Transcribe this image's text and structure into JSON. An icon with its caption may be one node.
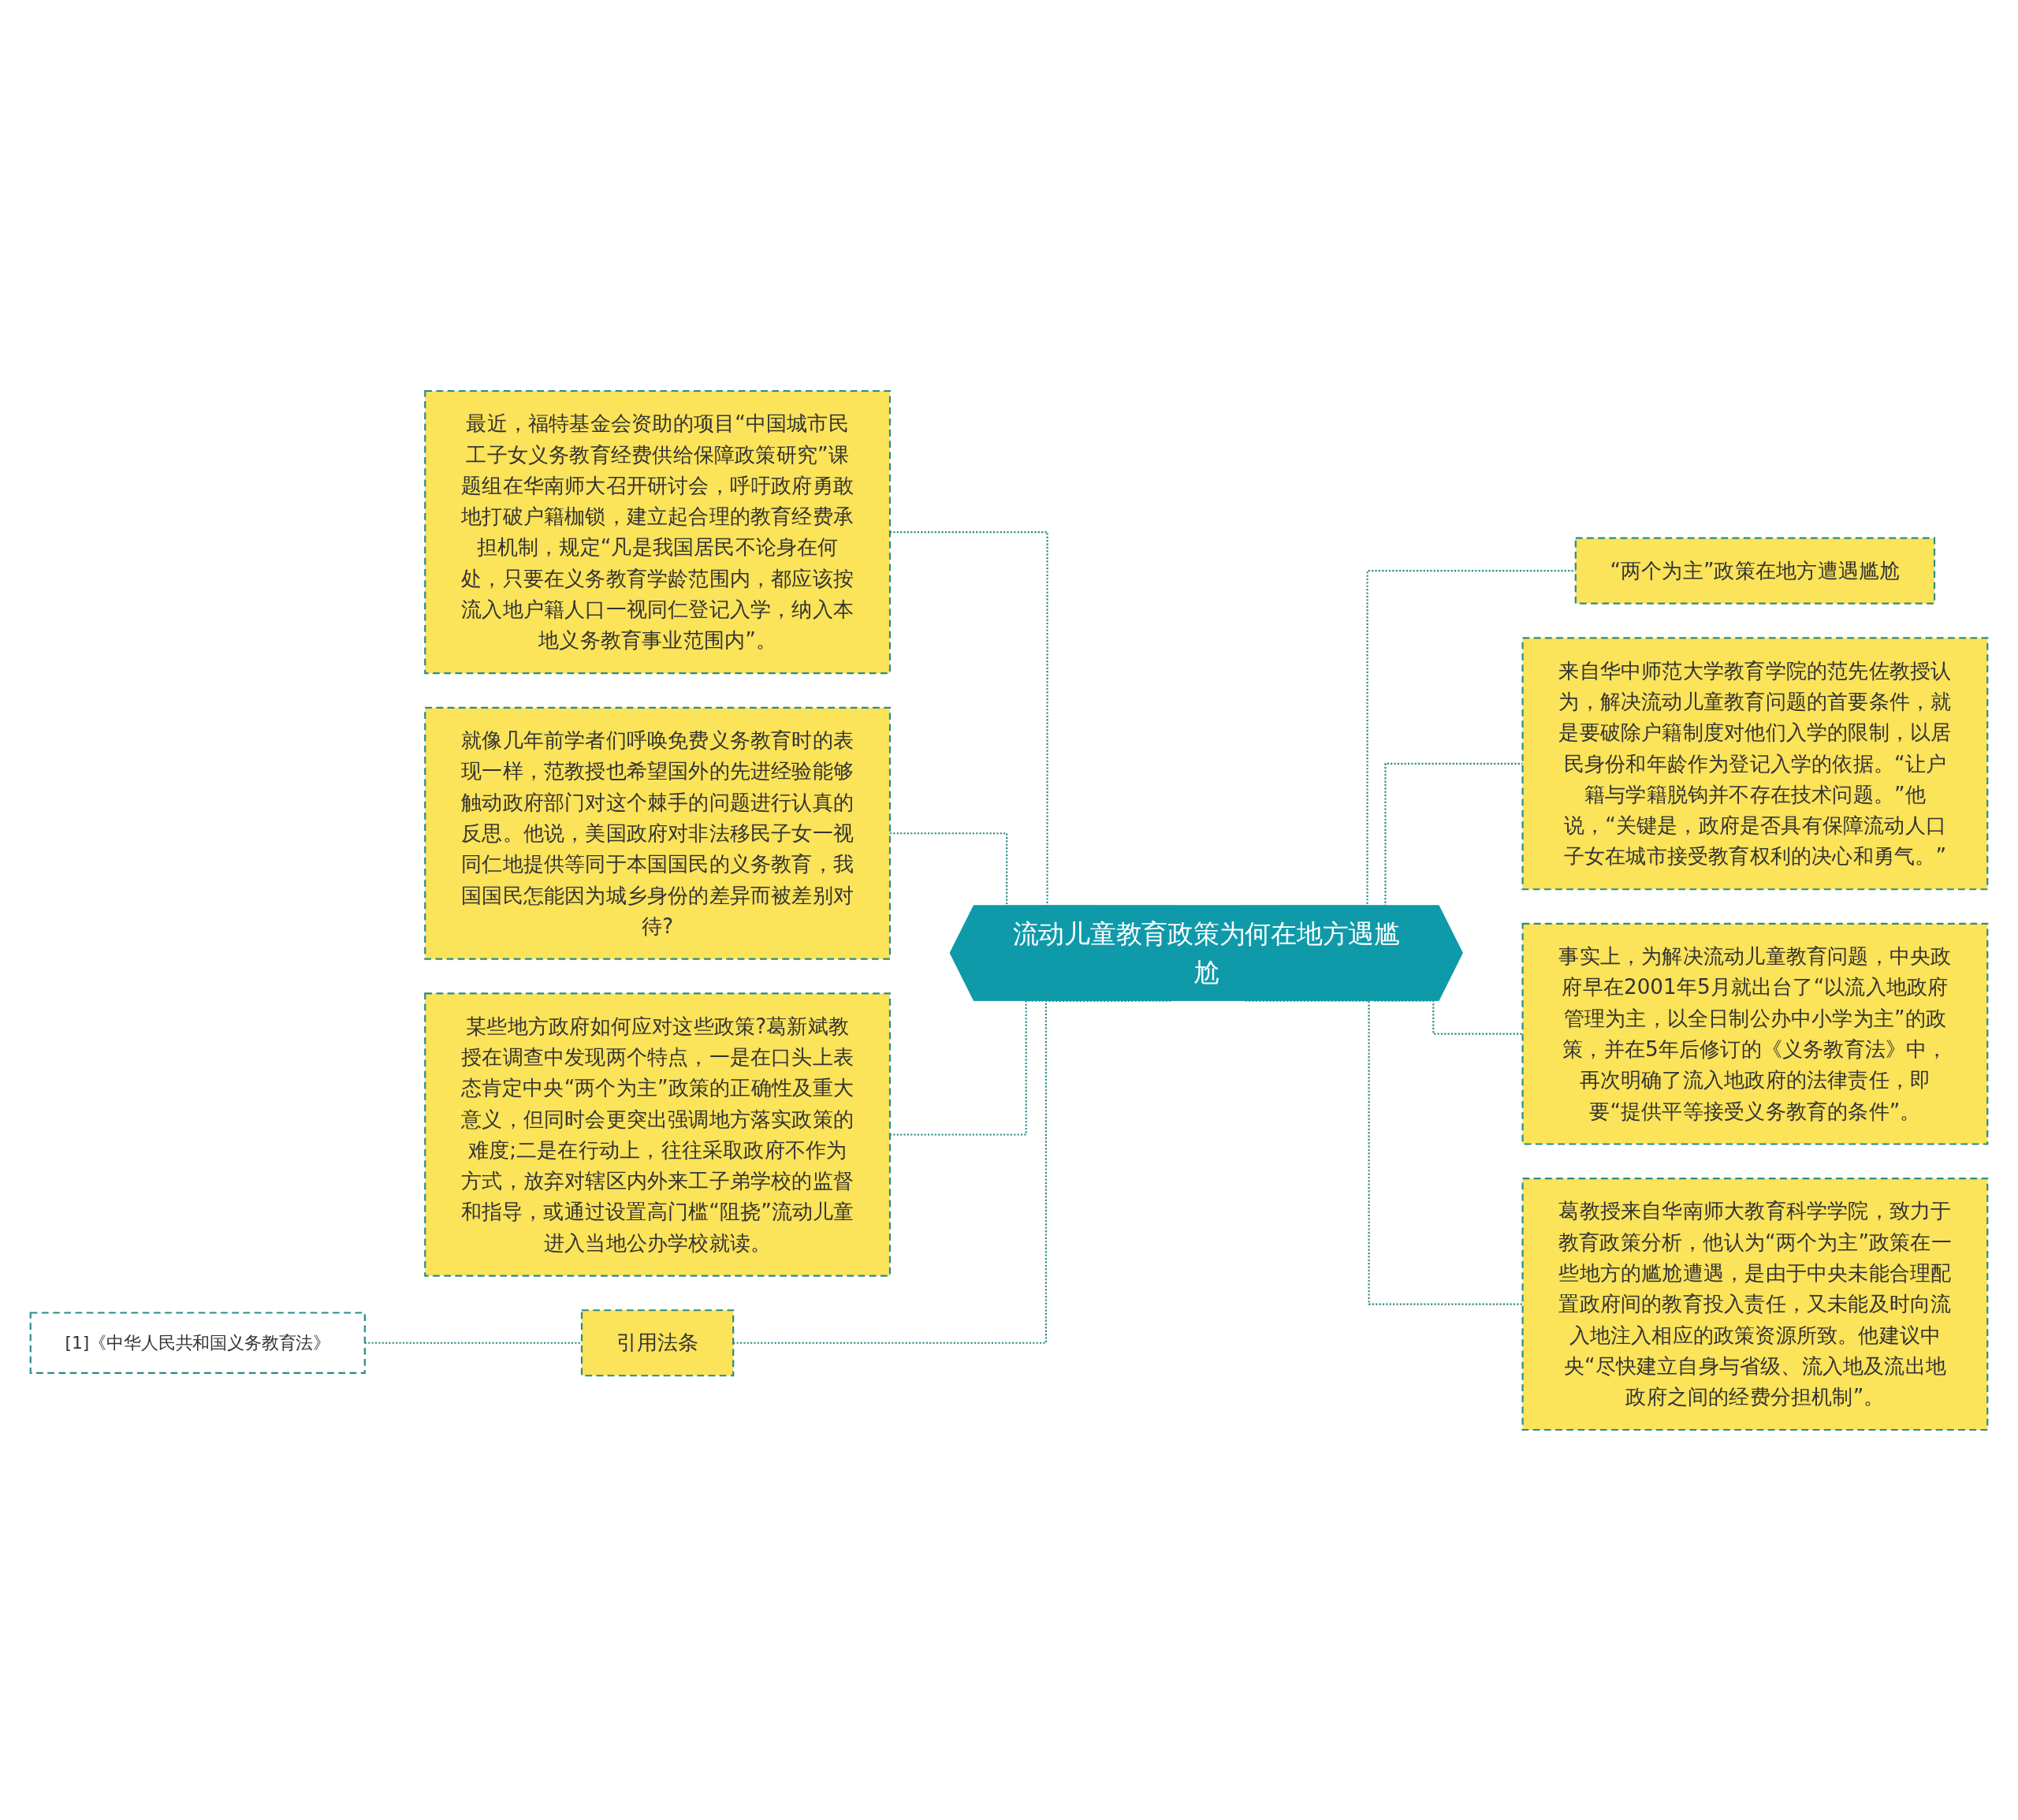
{
  "diagram": {
    "nodes": [
      {
        "text": [
          "流动儿童教育政策为何在地方遇尴尬"
        ]
      },
      {
        "text": [
          "最近，福特基金会资助的项目“中国城市民工子女义务教育经费供给保障政策研究”课题组在华南师大召开研讨会，呼吁政府勇敢地打破户籍枷锁，建立起合理的教育经费承担机制，规定“凡是我国居民不论身在何处，只要在义务教育学龄范围内，都应该按流入地户籍人口一视同仁登记入学，纳入本地义务教育事业范围内”。"
        ]
      },
      {
        "text": [
          "就像几年前学者们呼唤免费义务教育时的表现一样，范教授也希望国外的先进经验能够触动政府部门对这个棘手的问题进行认真的反思。他说，美国政府对非法移民子女一视同仁地提供等同于本国国民的义务教育，我国国民怎能因为城乡身份的差异而被差别对待?"
        ]
      },
      {
        "text": [
          "某些地方政府如何应对这些政策?葛新斌教授在调查中发现两个特点，一是在口头上表态肯定中央“两个为主”政策的正确性及重大意义，但同时会更突出强调地方落实政策的难度;二是在行动上，往往采取政府不作为方式，放弃对辖区内外来工子弟学校的监督和指导，或通过设置高门槛“阻挠”流动儿童进入当地公办学校就读。"
        ]
      },
      {
        "text": [
          "引用法条"
        ]
      },
      {
        "text": [
          "[1]《中华人民共和国义务教育法》"
        ]
      },
      {
        "text": [
          "“两个为主”政策在地方遭遇尴尬"
        ]
      },
      {
        "text": [
          "来自华中师范大学教育学院的范先佐教授认为，解决流动儿童教育问题的首要条件，就是要破除户籍制度对他们入学的限制，以居民身份和年龄作为登记入学的依据。“让户籍与学籍脱钩并不存在技术问题。”他说，“关键是，政府是否具有保障流动人口子女在城市接受教育权利的决心和勇气。”"
        ]
      },
      {
        "text": [
          "事实上，为解决流动儿童教育问题，中央政府早在2001年5月就出台了“以流入地政府管理为主，以全日制公办中小学为主”的政策，并在5年后修订的《义务教育法》中，再次明确了流入地政府的法律责任，即要“提供平等接受义务教育的条件”。"
        ]
      },
      {
        "text": [
          "葛教授来自华南师大教育科学学院，致力于教育政策分析，他认为“两个为主”政策在一些地方的尴尬遭遇，是由于中央未能合理配置政府间的教育投入责任，又未能及时向流入地注入相应的政策资源所致。他建议中央“尽快建立自身与省级、流入地及流出地政府之间的经费分担机制”。"
        ]
      }
    ],
    "edges": [
      {
        "from": 1,
        "to": 0,
        "arrow": "none",
        "style": "dashed"
      },
      {
        "from": 2,
        "to": 0,
        "arrow": "none",
        "style": "dashed"
      },
      {
        "from": 3,
        "to": 0,
        "arrow": "none",
        "style": "dashed"
      },
      {
        "from": 4,
        "to": 0,
        "arrow": "none",
        "style": "dashed"
      },
      {
        "from": 5,
        "to": 4,
        "arrow": "none",
        "style": "dashed"
      },
      {
        "from": 0,
        "to": 6,
        "arrow": "none",
        "style": "dashed"
      },
      {
        "from": 0,
        "to": 7,
        "arrow": "none",
        "style": "dashed"
      },
      {
        "from": 0,
        "to": 8,
        "arrow": "none",
        "style": "dashed"
      },
      {
        "from": 0,
        "to": 9,
        "arrow": "none",
        "style": "dashed"
      }
    ]
  }
}
